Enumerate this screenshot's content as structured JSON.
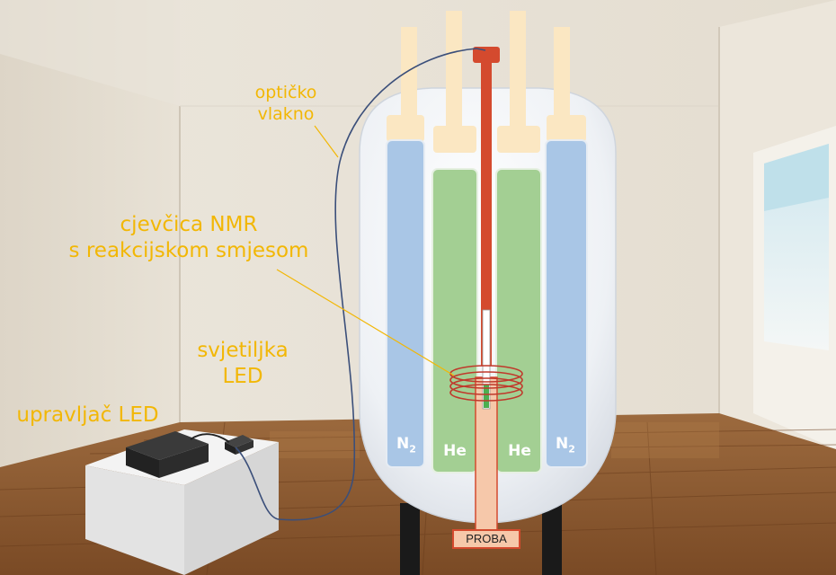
{
  "labels": {
    "optical_fiber_line1": "optičko",
    "optical_fiber_line2": "vlakno",
    "nmr_tube_line1": "cjevčica NMR",
    "nmr_tube_line2": "s reakcijskom smjesom",
    "led_lamp_line1": "svjetiljka",
    "led_lamp_line2": "LED",
    "led_controller": "upravljač LED",
    "probe": "PROBA"
  },
  "tanks": [
    {
      "symbol": "N",
      "subscript": "2"
    },
    {
      "symbol": "He",
      "subscript": ""
    },
    {
      "symbol": "He",
      "subscript": ""
    },
    {
      "symbol": "N",
      "subscript": "2"
    }
  ],
  "colors": {
    "label_text": "#f2b705",
    "nitrogen_tank": "#a9c6e6",
    "helium_tank": "#a3cf93",
    "probe_rod": "#d44a2e",
    "tube_caps": "#fbe7c2"
  }
}
